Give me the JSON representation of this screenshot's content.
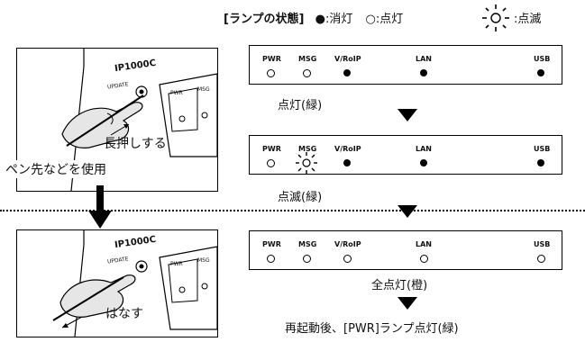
{
  "legend": {
    "title": "[ランプの状態]",
    "off": ":消灯",
    "on": ":点灯",
    "blink": ":点滅"
  },
  "left": {
    "device_label": "IP1000C",
    "update_label": "UPDATE",
    "pwr_label": "PWR",
    "msg_label": "MSG",
    "hold_text": "長押しする",
    "pen_text": "ペン先などを使用",
    "release_text": "はなす"
  },
  "panels": {
    "labels": [
      "PWR",
      "MSG",
      "V/RoIP",
      "LAN",
      "USB"
    ],
    "step1_caption": "点灯(緑)",
    "step2_caption": "点滅(緑)",
    "step3_caption": "全点灯(橙)",
    "step4_caption": "再起動後、[PWR]ランプ点灯(緑)"
  }
}
